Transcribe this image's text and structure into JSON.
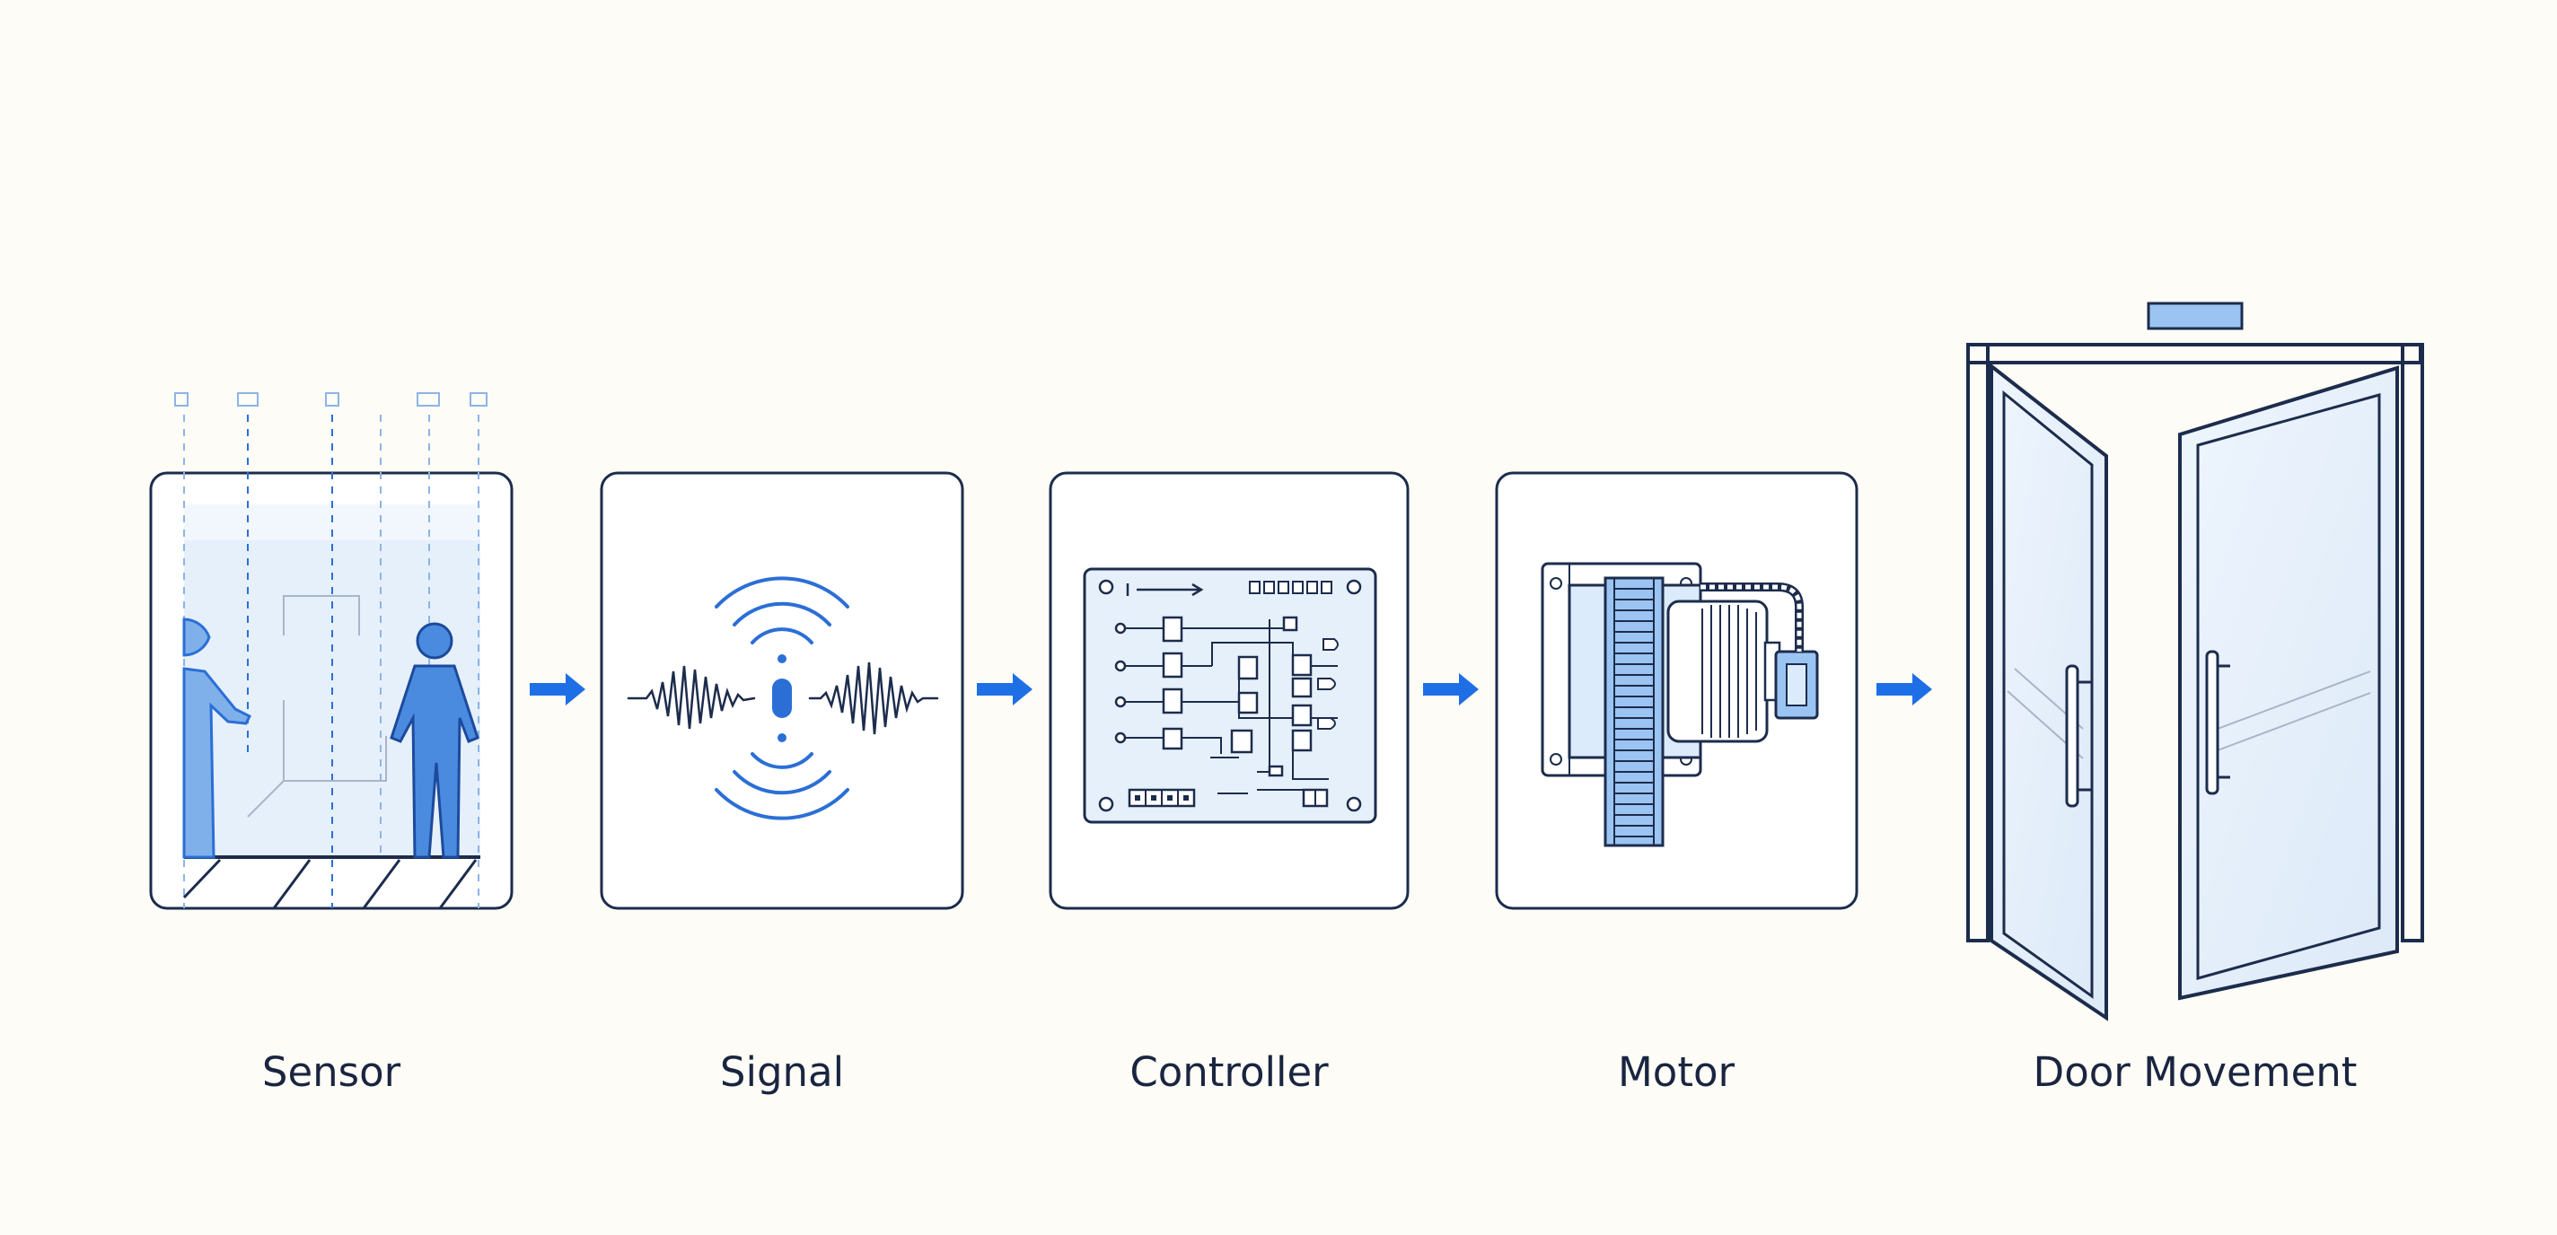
{
  "steps": [
    {
      "id": "sensor",
      "label": "Sensor",
      "icon": "motion-sensor-icon"
    },
    {
      "id": "signal",
      "label": "Signal",
      "icon": "signal-waves-icon"
    },
    {
      "id": "controller",
      "label": "Controller",
      "icon": "circuit-board-icon"
    },
    {
      "id": "motor",
      "label": "Motor",
      "icon": "electric-motor-icon"
    },
    {
      "id": "door",
      "label": "Door Movement",
      "icon": "open-double-door-icon"
    }
  ],
  "connectors": [
    "arrow-right-icon",
    "arrow-right-icon",
    "arrow-right-icon",
    "arrow-right-icon"
  ],
  "colors": {
    "outline": "#1c2c4c",
    "accent": "#2b6fd6",
    "arrow": "#1e6fe6",
    "fill_light": "#dcebfb",
    "fill_mid": "#9cc4f2",
    "background": "#fdfcf7"
  }
}
